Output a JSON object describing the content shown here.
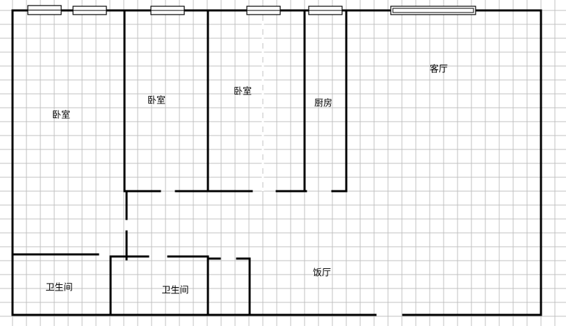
{
  "title": "Floor plan",
  "colors": {
    "grid": "#c0c0c0",
    "wall": "#000000",
    "background": "#ffffff"
  },
  "rooms": [
    {
      "id": "bedroom-1",
      "label": "卧室"
    },
    {
      "id": "bedroom-2",
      "label": "卧室"
    },
    {
      "id": "bedroom-3",
      "label": "卧室"
    },
    {
      "id": "kitchen",
      "label": "厨房"
    },
    {
      "id": "living-room",
      "label": "客厅"
    },
    {
      "id": "bathroom-1",
      "label": "卫生间"
    },
    {
      "id": "bathroom-2",
      "label": "卫生间"
    },
    {
      "id": "dining-room",
      "label": "饭厅"
    }
  ]
}
